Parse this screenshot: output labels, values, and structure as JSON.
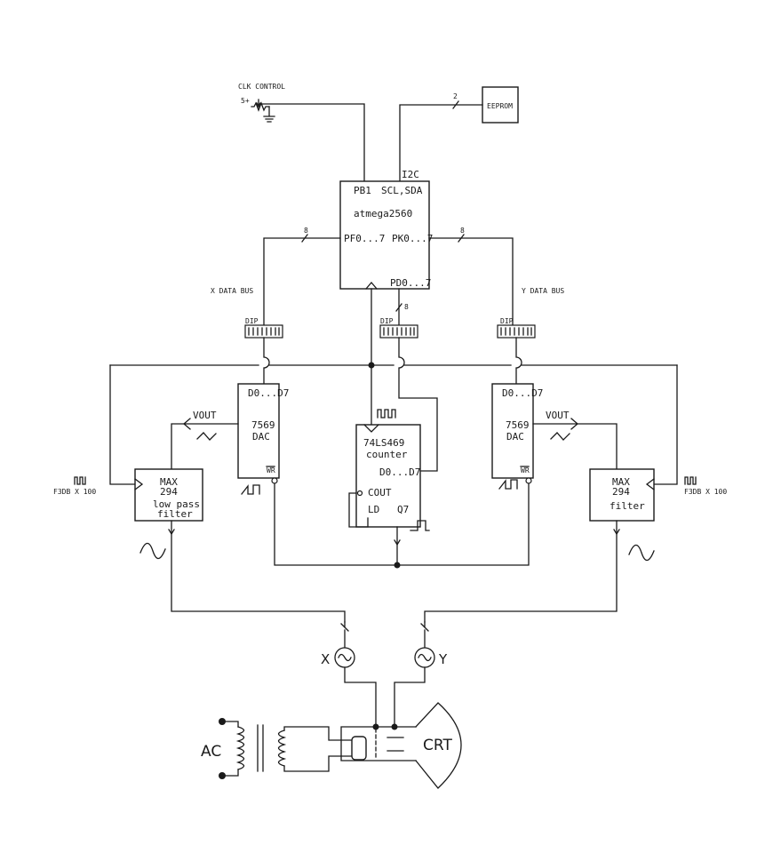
{
  "diagram": {
    "clk": {
      "label": "CLK CONTROL",
      "supply": "5+"
    },
    "eeprom": {
      "label": "EEPROM",
      "bus_width": "2"
    },
    "mcu": {
      "name": "atmega2560",
      "pin_pb1": "PB1",
      "pin_scl_sda": "SCL,SDA",
      "pin_i2c": "I2C",
      "pin_pf": "PF0...7",
      "pin_pk": "PK0...7",
      "pin_pd": "PD0...7"
    },
    "buses": {
      "x_label": "X DATA BUS",
      "y_label": "Y DATA BUS",
      "width": "8"
    },
    "dip_label": "DIP",
    "dac_left": {
      "data": "D0...D7",
      "part": "7569",
      "type": "DAC",
      "wr": "WR",
      "vout": "VOUT"
    },
    "dac_right": {
      "data": "D0...D7",
      "part": "7569",
      "type": "DAC",
      "wr": "WR",
      "vout": "VOUT"
    },
    "counter": {
      "part": "74LS469",
      "type": "counter",
      "data": "D0...D7",
      "cout": "COUT",
      "ld": "LD",
      "q7": "Q7"
    },
    "filter_left": {
      "part": "MAX",
      "num": "294",
      "desc1": "low pass",
      "desc2": "filter",
      "clock": "F3DB X 100"
    },
    "filter_right": {
      "part": "MAX",
      "num": "294",
      "desc1": "filter",
      "clock": "F3DB X 100"
    },
    "outputs": {
      "x": "X",
      "y": "Y"
    },
    "ac_label": "AC",
    "crt_label": "CRT"
  }
}
